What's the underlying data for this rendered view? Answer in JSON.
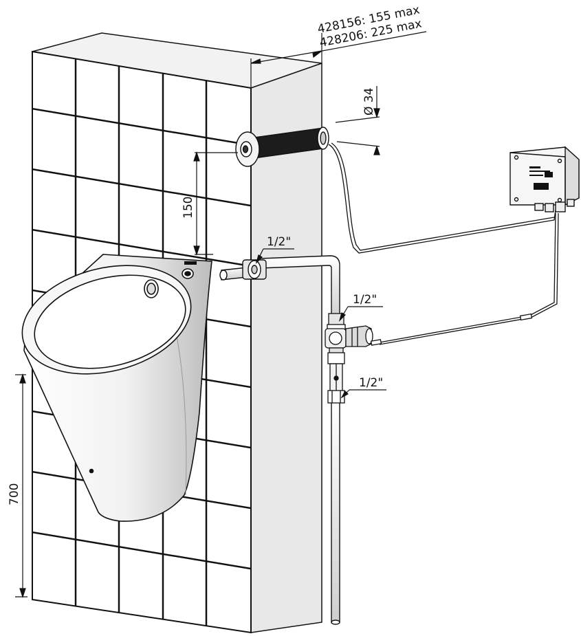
{
  "dimensions": {
    "depth_label_line1": "428156: 155 max",
    "depth_label_line2": "428206: 225 max",
    "diameter": "Ø 34",
    "sensor_height": "150",
    "mount_height": "700",
    "thread_top": "1/2\"",
    "thread_valve": "1/2\"",
    "thread_bottom": "1/2\""
  },
  "colors": {
    "line": "#111111",
    "wall_side": "#e8e8e8",
    "metal_light": "#f4f4f4",
    "metal_dark": "#b5b5b5"
  },
  "icons": {
    "sensor": "sensor-window-icon",
    "control_box": "control-box-icon",
    "valve": "solenoid-valve-icon"
  }
}
